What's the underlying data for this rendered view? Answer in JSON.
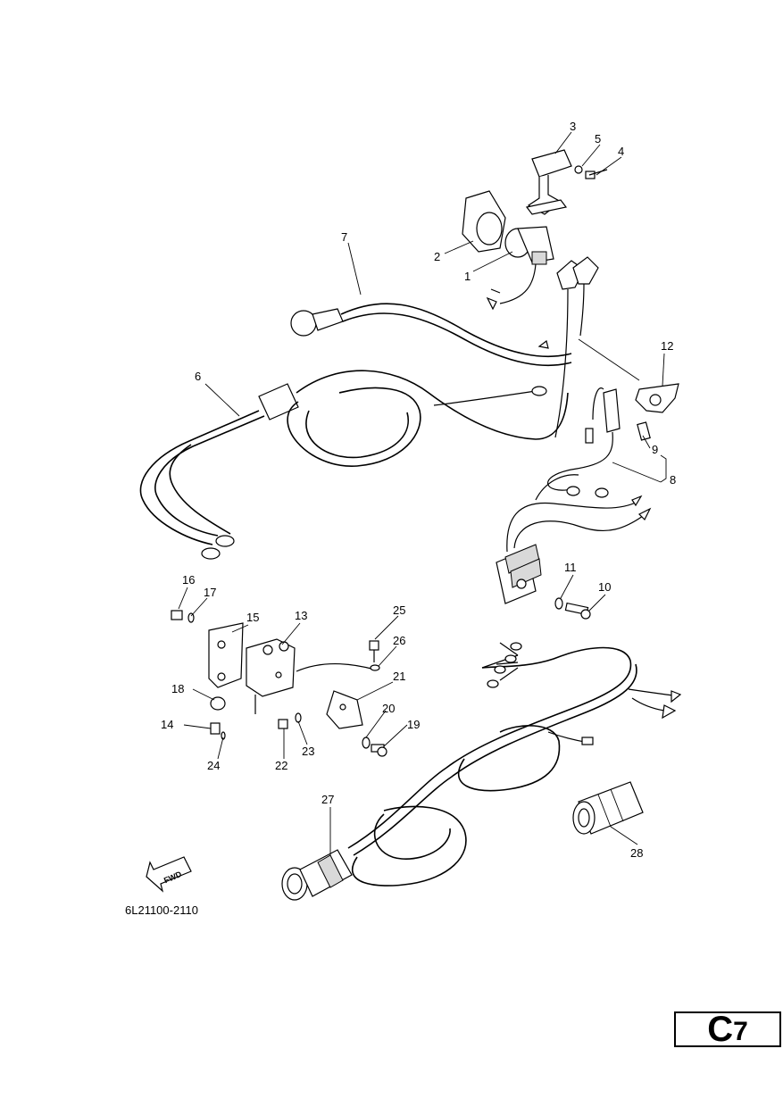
{
  "diagram": {
    "part_code": "6L21100-2110",
    "fwd_label": "FWD",
    "page": {
      "letter": "C",
      "number": "7"
    },
    "callouts": [
      "1",
      "2",
      "3",
      "4",
      "5",
      "6",
      "7",
      "8",
      "9",
      "10",
      "11",
      "12",
      "13",
      "14",
      "15",
      "16",
      "17",
      "18",
      "19",
      "20",
      "21",
      "22",
      "23",
      "24",
      "25",
      "26",
      "27",
      "28"
    ]
  }
}
